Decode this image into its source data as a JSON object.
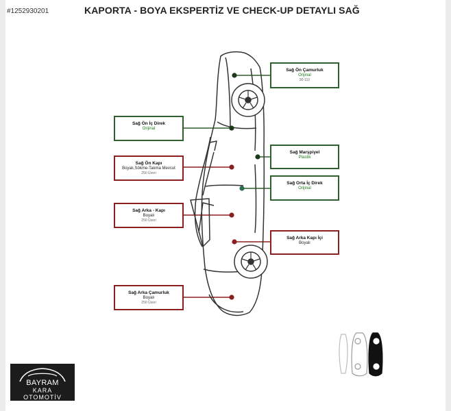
{
  "header": {
    "listing_id": "#1252930201",
    "title": "KAPORTA - BOYA EKSPERTİZ VE CHECK-UP DETAYLI SAĞ"
  },
  "colors": {
    "green": "#2f5e2f",
    "red": "#8b1e1e",
    "status_green": "#1f7a1f"
  },
  "parts": [
    {
      "id": "on-camurluk",
      "name": "Sağ Ön Çamurluk",
      "status": "Orijinal",
      "thickness": "90-110",
      "state": "green"
    },
    {
      "id": "on-ic-direk",
      "name": "Sağ Ön İç Direk",
      "status": "Orijinal",
      "thickness": "",
      "state": "green"
    },
    {
      "id": "marspiyel",
      "name": "Sağ Marşpiyel",
      "status": "Plastik",
      "thickness": "",
      "state": "green"
    },
    {
      "id": "on-kapi",
      "name": "Sağ Ön Kapı",
      "status": "Boyalı,Sökme-Takma Mevcut",
      "thickness": "250 Üzeri",
      "state": "red"
    },
    {
      "id": "orta-ic-direk",
      "name": "Sağ Orta İç Direk",
      "status": "Orijinal",
      "thickness": "",
      "state": "green"
    },
    {
      "id": "arka-kapi",
      "name": "Sağ Arka - Kapı",
      "status": "Boyalı",
      "thickness": "250 Üzeri",
      "state": "red"
    },
    {
      "id": "arka-kapi-ici",
      "name": "Sağ Arka Kapı İçi",
      "status": "Boyalı",
      "thickness": "",
      "state": "red"
    },
    {
      "id": "arka-camurluk",
      "name": "Sağ Arka Çamurluk",
      "status": "Boyalı",
      "thickness": "250 Üzeri",
      "state": "red"
    }
  ],
  "logo": {
    "line1": "BAYRAM",
    "line2": "KARA",
    "line3": "OTOMOTİV"
  }
}
